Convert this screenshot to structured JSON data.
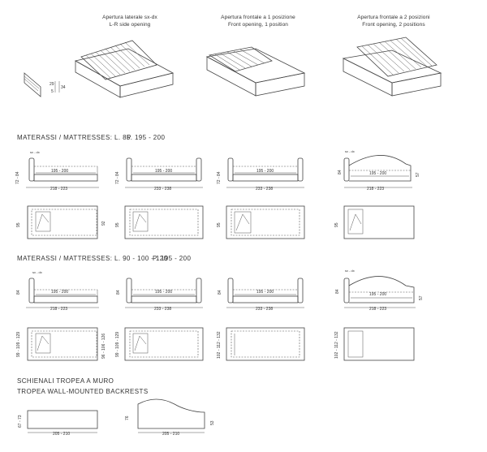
{
  "openings": [
    {
      "line1": "Apertura laterale sx-dx",
      "line2": "L-R side opening"
    },
    {
      "line1": "Apertura frontale a 1 posizione",
      "line2": "Front opening, 1 position"
    },
    {
      "line1": "Apertura frontale a 2 posizioni",
      "line2": "Front opening, 2 positions"
    }
  ],
  "height_labels": {
    "h1": "29",
    "h2": "5",
    "h3": "34"
  },
  "section1": {
    "title": "MATERASSI / MATTRESSES: L. 85",
    "p": "P. 195 - 200",
    "side_views": [
      {
        "height": "72 - 84",
        "inner": "195 - 200",
        "outer": "218 - 223",
        "tag": "sx - dx"
      },
      {
        "height": "72 - 84",
        "inner": "195 - 200",
        "outer": "233 - 238"
      },
      {
        "height": "72 - 84",
        "inner": "195 - 200",
        "outer": "233 - 238"
      },
      {
        "height": "84",
        "inner": "195 - 200",
        "outer": "218 - 223",
        "right": "57",
        "tag": "sx - dx"
      }
    ],
    "plan_views": [
      {
        "left": "95",
        "right": "92"
      },
      {
        "left": "95",
        "right": ""
      },
      {
        "left": "95",
        "right": ""
      },
      {
        "left": "95",
        "right": ""
      }
    ]
  },
  "section2": {
    "title": "MATERASSI / MATTRESSES: L. 90 - 100 - 120",
    "p": "P. 195 - 200",
    "side_views": [
      {
        "height": "84",
        "inner": "195 - 200",
        "outer": "218 - 223",
        "tag": "sx - dx"
      },
      {
        "height": "84",
        "inner": "195 - 200",
        "outer": "233 - 238"
      },
      {
        "height": "84",
        "inner": "195 - 200",
        "outer": "233 - 238"
      },
      {
        "height": "84",
        "inner": "195 - 200",
        "outer": "218 - 223",
        "right": "57",
        "tag": "sx - dx"
      }
    ],
    "plan_views": [
      {
        "left": "99 - 109 - 129",
        "right": "96 - 106 - 126"
      },
      {
        "left": "99 - 109 - 129",
        "right": ""
      },
      {
        "left": "102 - 112 - 132",
        "right": ""
      },
      {
        "left": "102 - 112 - 132",
        "right": ""
      }
    ]
  },
  "section3": {
    "title1": "SCHIENALI TROPEA A MURO",
    "title2": "TROPEA WALL-MOUNTED BACKRESTS",
    "views": [
      {
        "height": "67 - 73",
        "width": "205 - 210"
      },
      {
        "height": "76",
        "right": "53",
        "width": "205 - 210"
      }
    ]
  }
}
